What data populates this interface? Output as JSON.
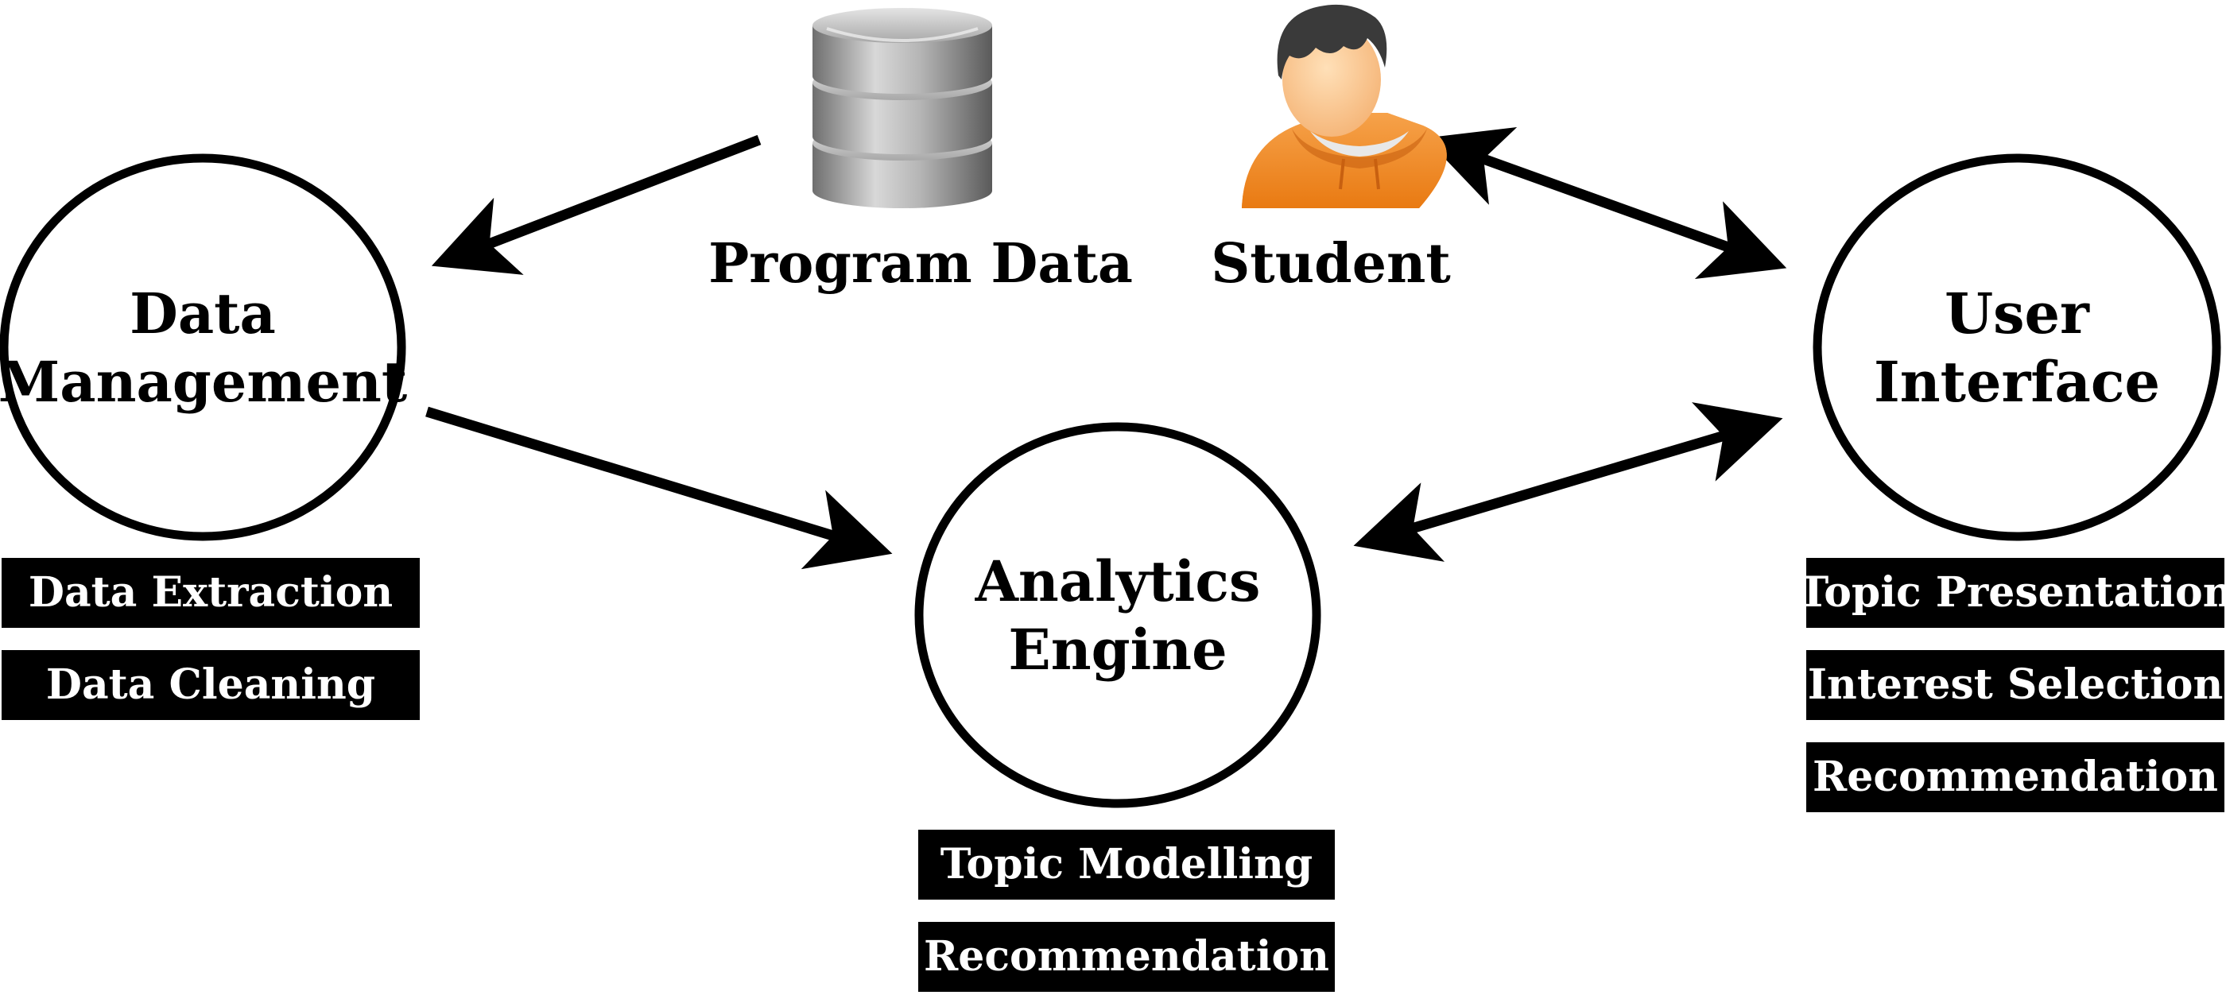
{
  "nodes": {
    "data_management": {
      "line1": "Data",
      "line2": "Management"
    },
    "analytics_engine": {
      "line1": "Analytics",
      "line2": "Engine"
    },
    "user_interface": {
      "line1": "User",
      "line2": "Interface"
    }
  },
  "actors": {
    "program_data": {
      "label": "Program Data",
      "icon": "database-icon"
    },
    "student": {
      "label": "Student",
      "icon": "student-person-icon"
    }
  },
  "tags": {
    "data_management": [
      "Data Extraction",
      "Data Cleaning"
    ],
    "analytics_engine": [
      "Topic Modelling",
      "Recommendation"
    ],
    "user_interface": [
      "Topic Presentation",
      "Interest Selection",
      "Recommendation"
    ]
  },
  "colors": {
    "stroke": "#000000",
    "tag_bg": "#000000",
    "tag_text": "#ffffff",
    "student_hoodie": "#f08a24",
    "student_skin": "#fcc98f",
    "student_hair": "#3a3a3a",
    "database": "#9a9a9a"
  }
}
